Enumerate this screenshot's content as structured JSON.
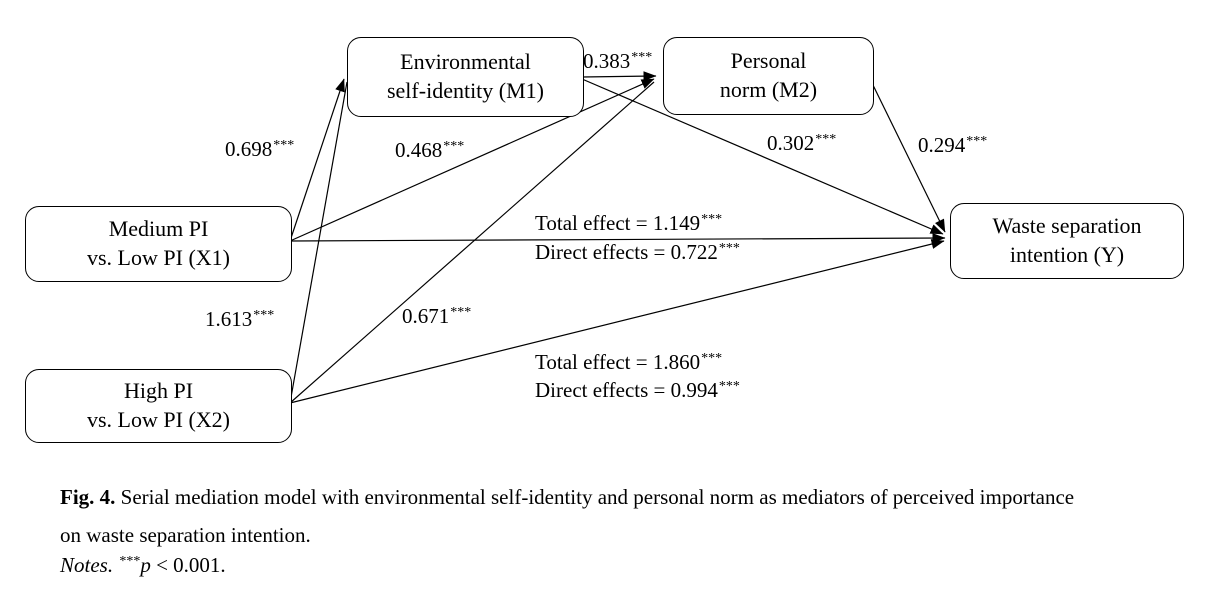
{
  "figure": {
    "nodes": {
      "m1": {
        "line1": "Environmental",
        "line2": "self-identity (M1)"
      },
      "m2": {
        "line1": "Personal",
        "line2": "norm (M2)"
      },
      "x1": {
        "line1": "Medium PI",
        "line2": "vs. Low PI (X1)"
      },
      "x2": {
        "line1": "High PI",
        "line2": "vs. Low PI (X2)"
      },
      "y": {
        "line1": "Waste separation",
        "line2": "intention (Y)"
      }
    },
    "paths": {
      "x1_m1": {
        "value": "0.698",
        "stars": "***"
      },
      "x1_m2": {
        "value": "0.468",
        "stars": "***"
      },
      "m1_m2": {
        "value": "0.383",
        "stars": "***"
      },
      "m1_y": {
        "value": "0.302",
        "stars": "***"
      },
      "m2_y": {
        "value": "0.294",
        "stars": "***"
      },
      "x2_m1": {
        "value": "1.613",
        "stars": "***"
      },
      "x2_m2": {
        "value": "0.671",
        "stars": "***"
      },
      "x1_y": {
        "total": "Total effect = 1.149",
        "total_stars": "***",
        "direct": "Direct effects = 0.722",
        "direct_stars": "***"
      },
      "x2_y": {
        "total": "Total effect = 1.860",
        "total_stars": "***",
        "direct": "Direct effects = 0.994",
        "direct_stars": "***"
      }
    },
    "caption": {
      "fig_label": "Fig. 4.",
      "line1_rest": " Serial mediation model with environmental self-identity and personal norm as mediators of perceived importance",
      "line2": "on waste separation intention.",
      "notes_label": "Notes.",
      "notes_stars": "***",
      "notes_p": "p",
      "notes_rest": " < 0.001."
    }
  }
}
